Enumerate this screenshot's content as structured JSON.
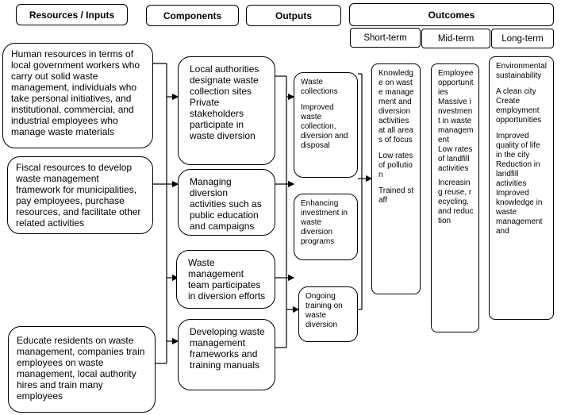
{
  "headers": {
    "resources": "Resources / Inputs",
    "components": "Components",
    "outputs": "Outputs",
    "outcomes": "Outcomes",
    "short_term": "Short-term",
    "mid_term": "Mid-term",
    "long_term": "Long-term"
  },
  "resources": [
    "Human resources in terms of local government workers who carry out solid waste management, individuals who take personal initiatives, and institutional, commercial, and industrial employees who manage waste materials",
    "Fiscal resources to develop waste management framework for municipalities, pay employees, purchase resources, and facilitate other related activities",
    "Educate residents on waste management, companies train employees on waste management, local authority hires and train many employees"
  ],
  "components": [
    "Local authorities designate waste collection sites Private stakeholders participate in waste diversion",
    "Managing diversion activities such as public education and campaigns",
    "Waste management team participates in diversion efforts",
    "Developing waste management frameworks and training manuals"
  ],
  "outputs": {
    "o1_a": "Waste collections",
    "o1_b": "Improved waste collection, diversion and disposal",
    "o2": "Enhancing investment in waste diversion programs",
    "o3": "Ongoing training on waste diversion"
  },
  "short_term": [
    "Knowledge on waste management and diversion activities at all areas of focus",
    "Low rates of pollution",
    "Trained staff"
  ],
  "mid_term": [
    "Employee opportunities",
    "Massive investment in waste management",
    "Low rates of landfill activities",
    "Increasing reuse, recycling, and reduction"
  ],
  "long_term": [
    "Environmental sustainability",
    "A clean city",
    "Create employment opportunities",
    "Improved quality of life in the city",
    "Reduction in landfill activities",
    "Improved knowledge in waste management and"
  ]
}
